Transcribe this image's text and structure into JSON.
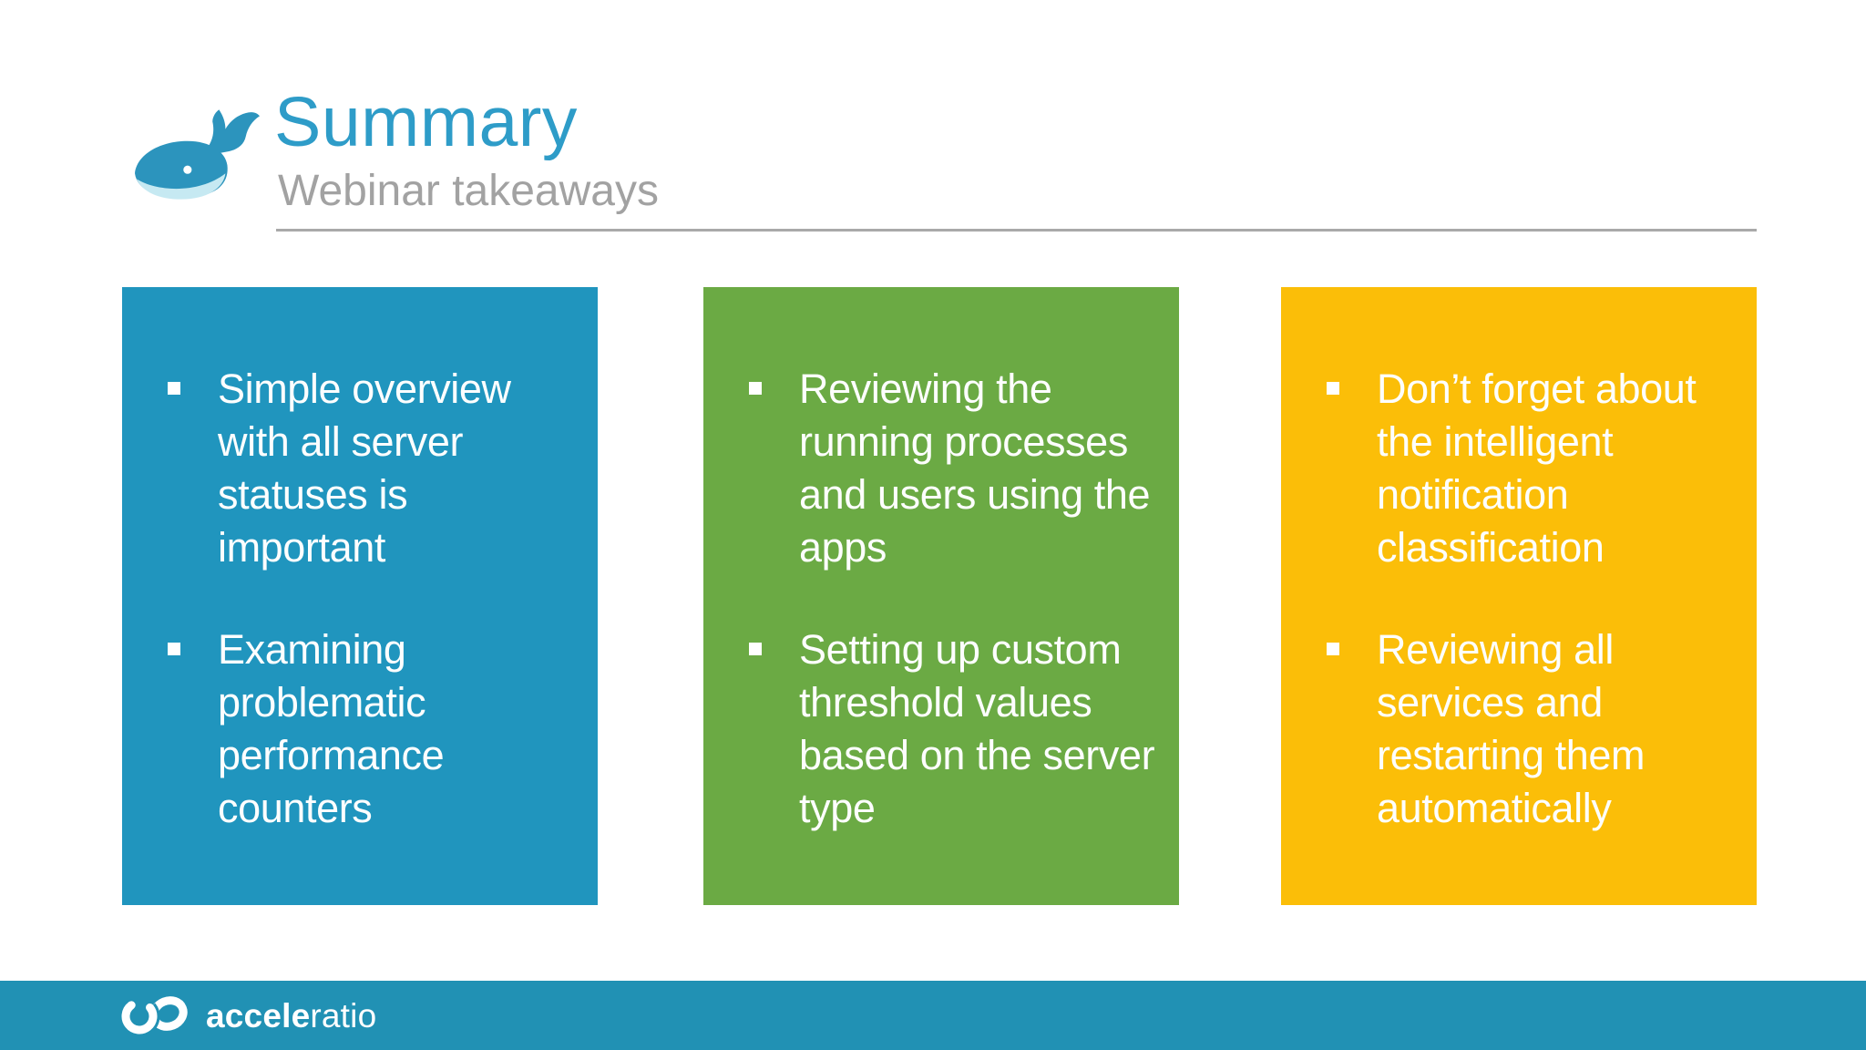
{
  "header": {
    "title": "Summary",
    "subtitle": "Webinar takeaways",
    "logo_icon": "whale-icon"
  },
  "colors": {
    "title_blue": "#2E9CC8",
    "subtitle_gray": "#A2A2A2",
    "divider_gray": "#A9A9A9",
    "card_blue": "#2095BE",
    "card_green": "#6BAA44",
    "card_yellow": "#FBBE08",
    "card_text": "#FFFFFF",
    "footer_teal": "#2191B4",
    "whale_body": "#2C94BD",
    "whale_belly": "#C6E9F2"
  },
  "cards": [
    {
      "name": "blue-takeaways",
      "color": "#2095BE",
      "bullet_icon": "square-bullet-icon",
      "items": [
        "Simple overview\nwith all server\nstatuses is\nimportant",
        "Examining\nproblematic\nperformance\ncounters"
      ]
    },
    {
      "name": "green-takeaways",
      "color": "#6BAA44",
      "bullet_icon": "square-bullet-icon",
      "items": [
        "Reviewing the\nrunning processes\nand users using the\napps",
        "Setting up custom\nthreshold values\nbased on the server\ntype"
      ]
    },
    {
      "name": "yellow-takeaways",
      "color": "#FBBE08",
      "bullet_icon": "square-bullet-icon",
      "items": [
        "Don’t forget about\nthe intelligent\nnotification\nclassification",
        "Reviewing all\nservices and\nrestarting them\nautomatically"
      ]
    }
  ],
  "footer": {
    "mark_icon": "interlocked-rings-icon",
    "brand_bold": "accele",
    "brand_light": "ratio"
  }
}
